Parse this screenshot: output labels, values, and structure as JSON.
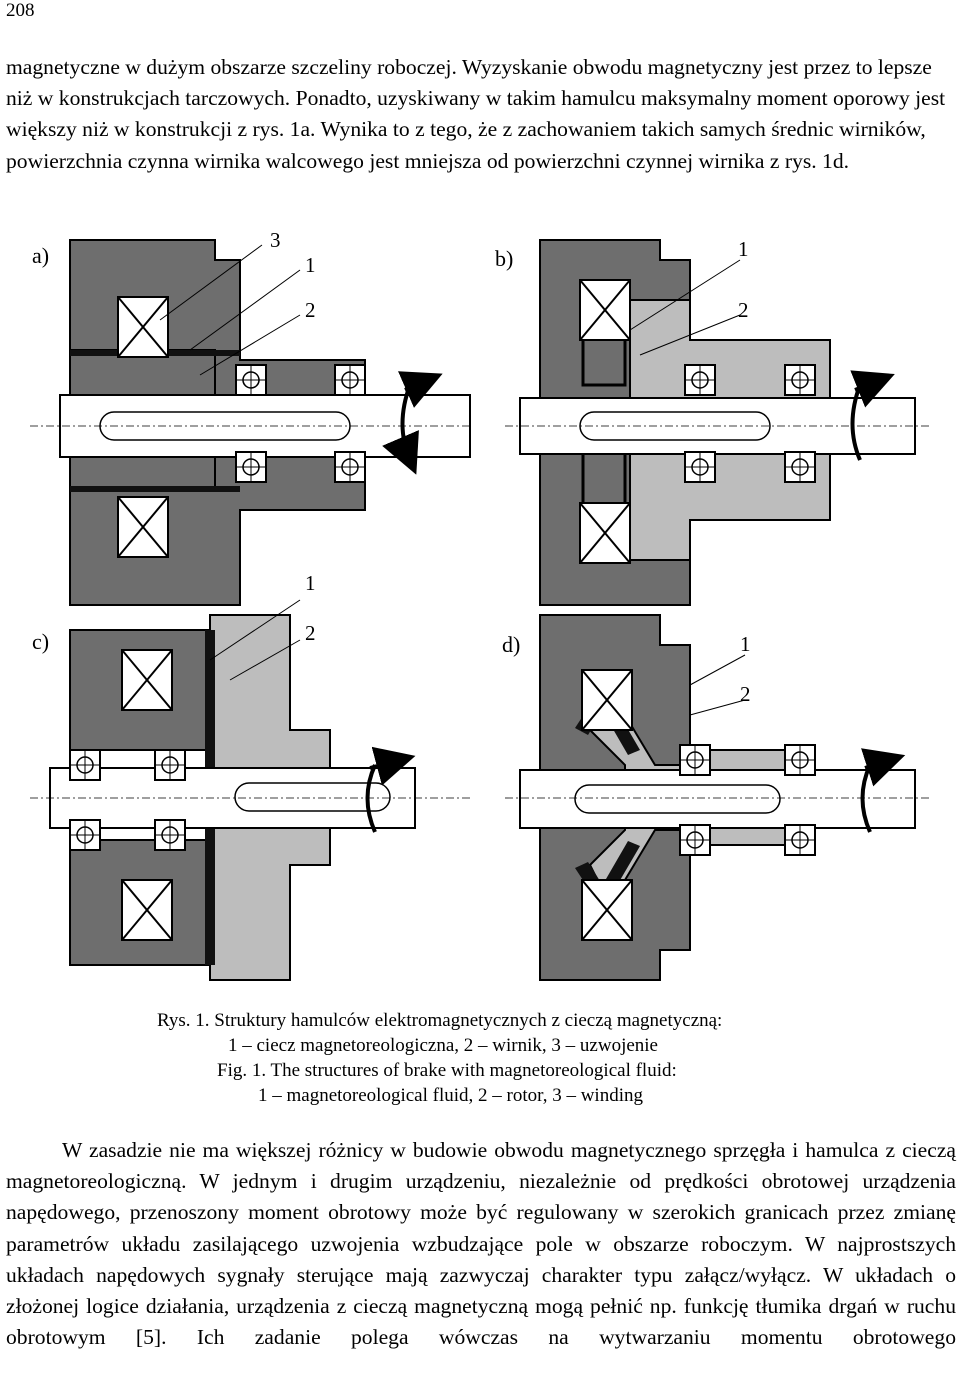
{
  "page_number": "208",
  "paragraph1": "magnetyczne w dużym obszarze szczeliny roboczej. Wyzyskanie obwodu magnetyczny jest przez to lepsze niż w konstrukcjach tarczowych. Ponadto, uzyskiwany w takim hamulcu maksymalny moment oporowy jest większy niż w konstrukcji z rys. 1a. Wynika to z tego, że z zachowaniem takich samych średnic wirników, powierzchnia czynna wirnika walcowego jest mniejsza od powierzchni czynnej wirnika z rys. 1d.",
  "figure": {
    "panel_a": {
      "label": "a)",
      "callouts": [
        "3",
        "1",
        "2"
      ]
    },
    "panel_b": {
      "label": "b)",
      "callouts": [
        "1",
        "2"
      ]
    },
    "panel_c": {
      "label": "c)",
      "callouts": [
        "1",
        "2"
      ]
    },
    "panel_d": {
      "label": "d)",
      "callouts": [
        "1",
        "2"
      ]
    }
  },
  "caption": {
    "pl_title": "Rys. 1. Struktury hamulców elektromagnetycznych z cieczą magnetyczną:",
    "pl_legend": "1 – ciecz magnetoreologiczna, 2 – wirnik, 3 – uzwojenie",
    "en_title": "Fig. 1. The structures of brake with magnetoreological fluid:",
    "en_legend": "1 – magnetoreological fluid, 2 – rotor, 3 – winding"
  },
  "paragraph2": "W zasadzie nie ma większej różnicy w budowie obwodu magnetycznego sprzęgła i hamulca z cieczą magnetoreologiczną. W jednym i drugim urządzeniu, niezależnie od prędkości obrotowej urządzenia napędowego, przenoszony moment obrotowy może być regulowany w szerokich granicach przez zmianę parametrów układu zasilającego uzwojenia wzbudzające pole w obszarze roboczym. W najprostszych układach napędowych sygnały sterujące mają zazwyczaj charakter typu załącz/wyłącz. W układach o złożonej logice działania, urządzenia z cieczą magnetyczną mogą pełnić np. funkcję tłumika drgań w ruchu obrotowym [5]. Ich zadanie polega wówczas na wytwarzaniu momentu obrotowego",
  "colors": {
    "dark_gray": "#6e6e6e",
    "light_gray": "#bdbdbd",
    "black": "#111111"
  }
}
